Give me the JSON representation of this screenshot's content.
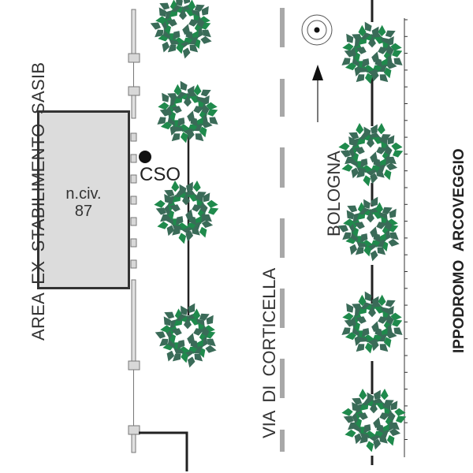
{
  "map": {
    "labels": {
      "area": "AREA EX STABILIMENTO SASIB",
      "road": "VIA DI CORTICELLA",
      "direction": "BOLOGNA",
      "racecourse": "IPPODROMO ARCOVEGGIO",
      "cso": "CSO"
    },
    "building": {
      "line1": "n.civ.",
      "line2": "87"
    },
    "colors": {
      "tree_dark": "#3a6b58",
      "tree_bright": "#1f8a4c",
      "building_fill": "#dcdcdc",
      "road_dash": "#a8a8a8",
      "outline": "#333333"
    },
    "icons": {
      "tree": "tree-icon",
      "cso_point": "cso-point-icon",
      "landmark": "landmark-target-icon",
      "north_arrow": "direction-arrow-icon"
    },
    "left_trees_count": 4,
    "right_trees_count": 5
  }
}
